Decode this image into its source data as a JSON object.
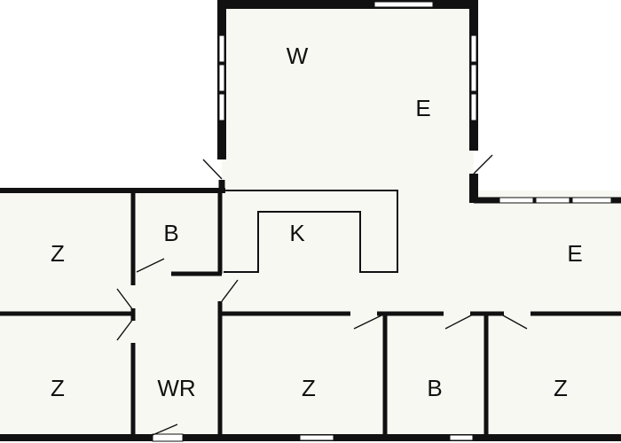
{
  "floorplan": {
    "rooms": [
      {
        "key": "living",
        "label": "W"
      },
      {
        "key": "dining_upper",
        "label": "E"
      },
      {
        "key": "kitchen",
        "label": "K"
      },
      {
        "key": "dining_right",
        "label": "E"
      },
      {
        "key": "room_top_left",
        "label": "Z"
      },
      {
        "key": "bath_top",
        "label": "B"
      },
      {
        "key": "room_bottom_left",
        "label": "Z"
      },
      {
        "key": "washroom",
        "label": "WR"
      },
      {
        "key": "room_bottom_mid",
        "label": "Z"
      },
      {
        "key": "bath_bottom",
        "label": "B"
      },
      {
        "key": "room_bottom_right",
        "label": "Z"
      }
    ],
    "colors": {
      "wall": "#111111",
      "floor": "#f8f8f3",
      "background": "#ffffff"
    }
  }
}
